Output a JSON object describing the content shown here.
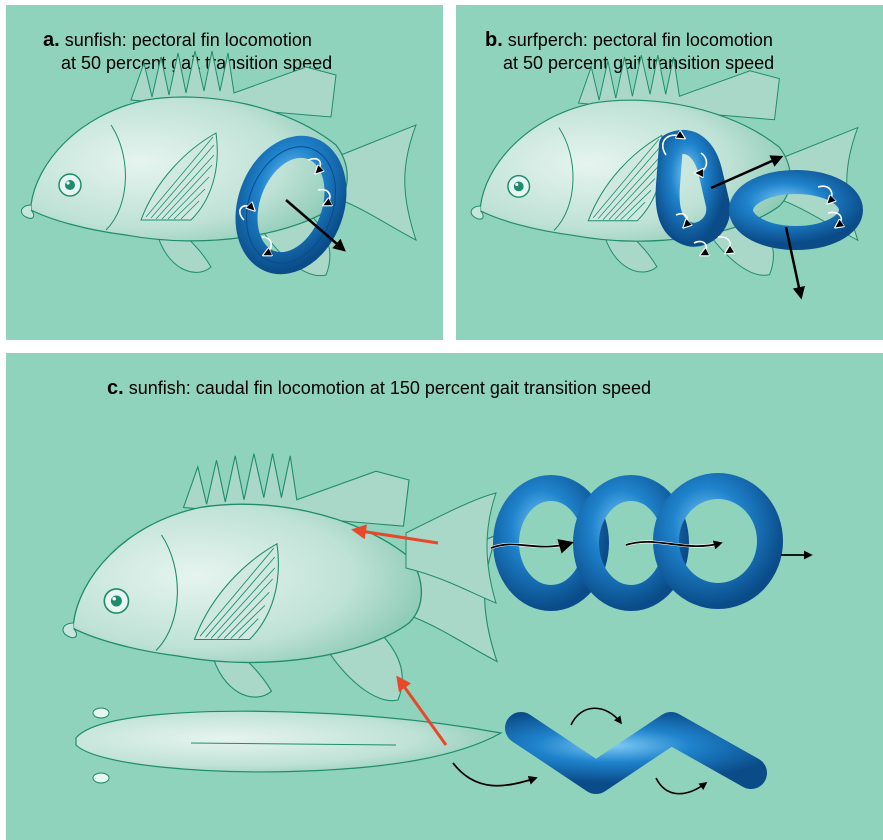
{
  "panels": {
    "a": {
      "letter": "a.",
      "line1": "sunfish: pectoral fin locomotion",
      "line2": "at 50 percent gait transition speed"
    },
    "b": {
      "letter": "b.",
      "line1": "surfperch: pectoral fin locomotion",
      "line2": "at 50 percent gait transition speed"
    },
    "c": {
      "letter": "c.",
      "line1": "sunfish: caudal fin locomotion at 150 percent gait transition speed"
    }
  },
  "colors": {
    "background": "#8fd3bd",
    "fish_fill": "#c6e6dc",
    "fish_outline": "#1f8c6c",
    "vortex": "#1a7cc8",
    "vortex_light": "#6cc0f2",
    "vortex_dark": "#0b4f8f",
    "arrow_black": "#000000",
    "arrow_red": "#e8482a"
  },
  "icons": [
    "fish-icon",
    "vortex-ring-icon",
    "force-arrow-icon",
    "flow-arrow-icon"
  ]
}
